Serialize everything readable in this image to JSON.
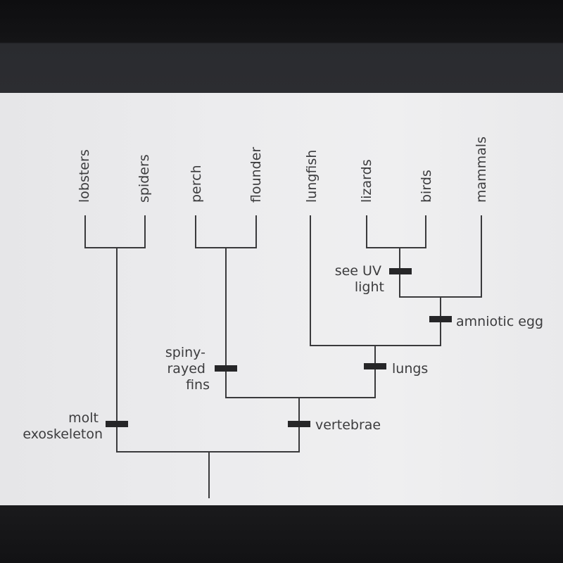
{
  "taxa": [
    "lobsters",
    "spiders",
    "perch",
    "flounder",
    "lungfish",
    "lizards",
    "birds",
    "mammals"
  ],
  "traits": {
    "molt_exoskeleton": [
      "molt",
      "exoskeleton"
    ],
    "spiny_rayed_fins": [
      "spiny-",
      "rayed",
      "fins"
    ],
    "see_uv_light": [
      "see UV",
      "light"
    ],
    "amniotic_egg": "amniotic egg",
    "lungs": "lungs",
    "vertebrae": "vertebrae"
  }
}
